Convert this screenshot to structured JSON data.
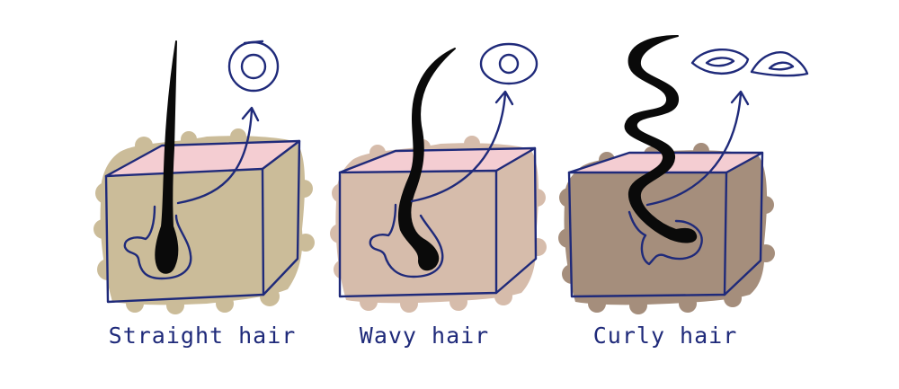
{
  "colors": {
    "outline": "#1f2a7a",
    "hair": "#0a0a0a",
    "top_pink": "#f4cdd2",
    "skin_straight": "#cbbc99",
    "skin_wavy": "#d6bcab",
    "skin_curly": "#a58e7c",
    "background": "#ffffff"
  },
  "panels": [
    {
      "label": "Straight hair",
      "cross_section_shape": "round"
    },
    {
      "label": "Wavy hair",
      "cross_section_shape": "oval"
    },
    {
      "label": "Curly hair",
      "cross_section_shape": "flattened"
    }
  ]
}
